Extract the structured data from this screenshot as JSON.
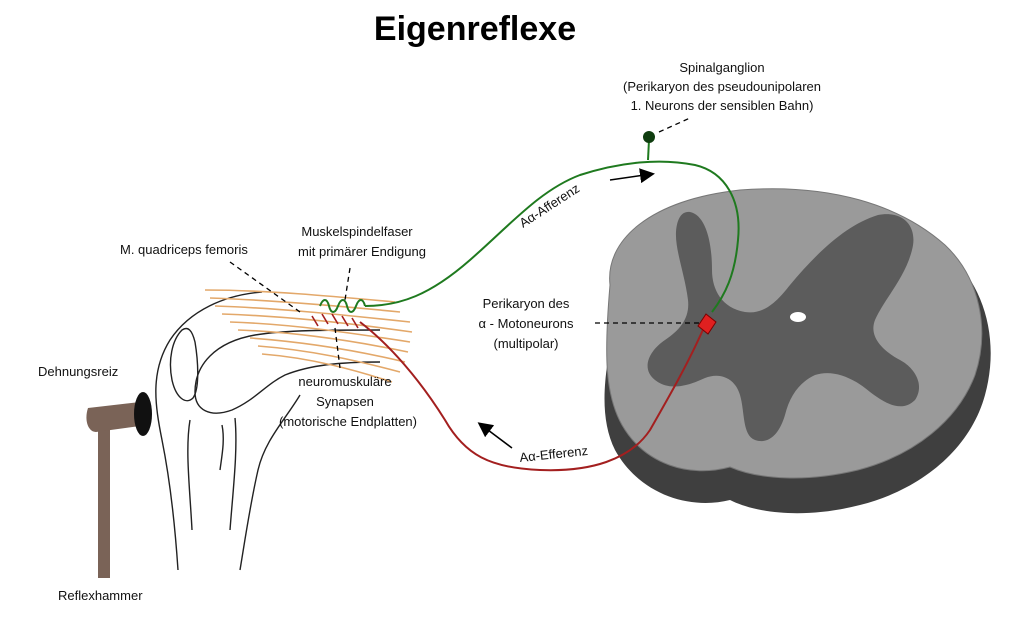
{
  "title": "Eigenreflexe",
  "labels": {
    "spinalganglion_l1": "Spinalganglion",
    "spinalganglion_l2": "(Perikaryon des pseudounipolaren",
    "spinalganglion_l3": "1. Neurons der sensiblen Bahn)",
    "afferenz": "Aα-Afferenz",
    "efferenz": "Aα-Efferenz",
    "muskelspindel_l1": "Muskelspindelfaser",
    "muskelspindel_l2": "mit primärer Endigung",
    "quadriceps": "M. quadriceps femoris",
    "perikaryon_l1": "Perikaryon des",
    "perikaryon_l2": "α - Motoneurons",
    "perikaryon_l3": "(multipolar)",
    "synapse_l1": "neuromuskuläre",
    "synapse_l2": "Synapsen",
    "synapse_l3": "(motorische Endplatten)",
    "dehnungsreiz": "Dehnungsreiz",
    "reflexhammer": "Reflexhammer"
  },
  "colors": {
    "afferent": "#1f7a1f",
    "efferent": "#a31f1f",
    "ganglion": "#0f3d0f",
    "motoneuron": "#e02020",
    "muscle": "#e3a86a",
    "hammer": "#7a6357",
    "cord_white": "#9a9a9a",
    "cord_grey": "#5c5c5c",
    "cord_shadow": "#3f3f3f"
  }
}
